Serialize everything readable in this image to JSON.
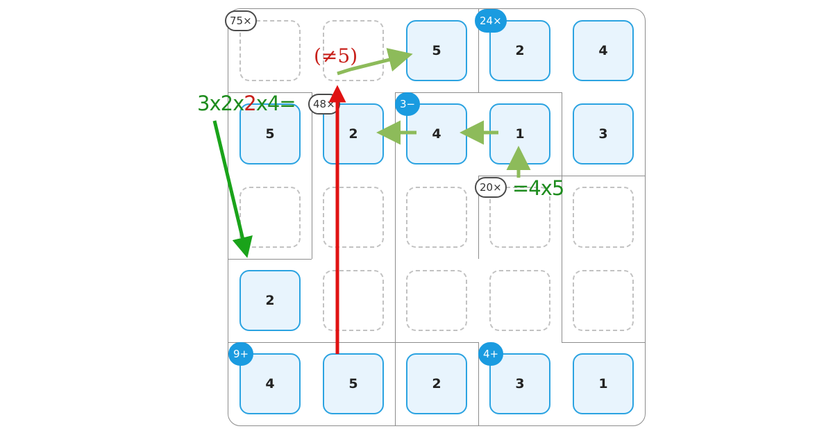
{
  "grid": {
    "rows": [
      [
        null,
        null,
        5,
        2,
        4
      ],
      [
        5,
        2,
        4,
        1,
        3
      ],
      [
        null,
        null,
        null,
        null,
        null
      ],
      [
        2,
        null,
        null,
        null,
        null
      ],
      [
        4,
        5,
        2,
        3,
        1
      ]
    ]
  },
  "cages": [
    {
      "label": "75×",
      "style": "white",
      "row": 0,
      "col": 0
    },
    {
      "label": "24×",
      "style": "blue",
      "row": 0,
      "col": 3
    },
    {
      "label": "48×",
      "style": "white",
      "row": 1,
      "col": 1
    },
    {
      "label": "3−",
      "style": "blue",
      "row": 1,
      "col": 2
    },
    {
      "label": "20×",
      "style": "white",
      "row": 2,
      "col": 3
    },
    {
      "label": "9+",
      "style": "blue",
      "row": 4,
      "col": 0
    },
    {
      "label": "4+",
      "style": "blue",
      "row": 4,
      "col": 3
    }
  ],
  "annotations": {
    "not_five": "(≠5)",
    "product_48": {
      "part1": "3x2x",
      "highlight": "2",
      "part2": "x4="
    },
    "product_20": "=4x5"
  },
  "colors": {
    "cell_fill": "#e8f4fd",
    "cell_border": "#2ba3e1",
    "badge_blue": "#1a9be0",
    "arrow_green_light": "#8dbb5a",
    "arrow_green_dark": "#1aa31a",
    "arrow_red": "#e01212",
    "annotation_red": "#c8201a",
    "annotation_green": "#1e8c1e"
  }
}
